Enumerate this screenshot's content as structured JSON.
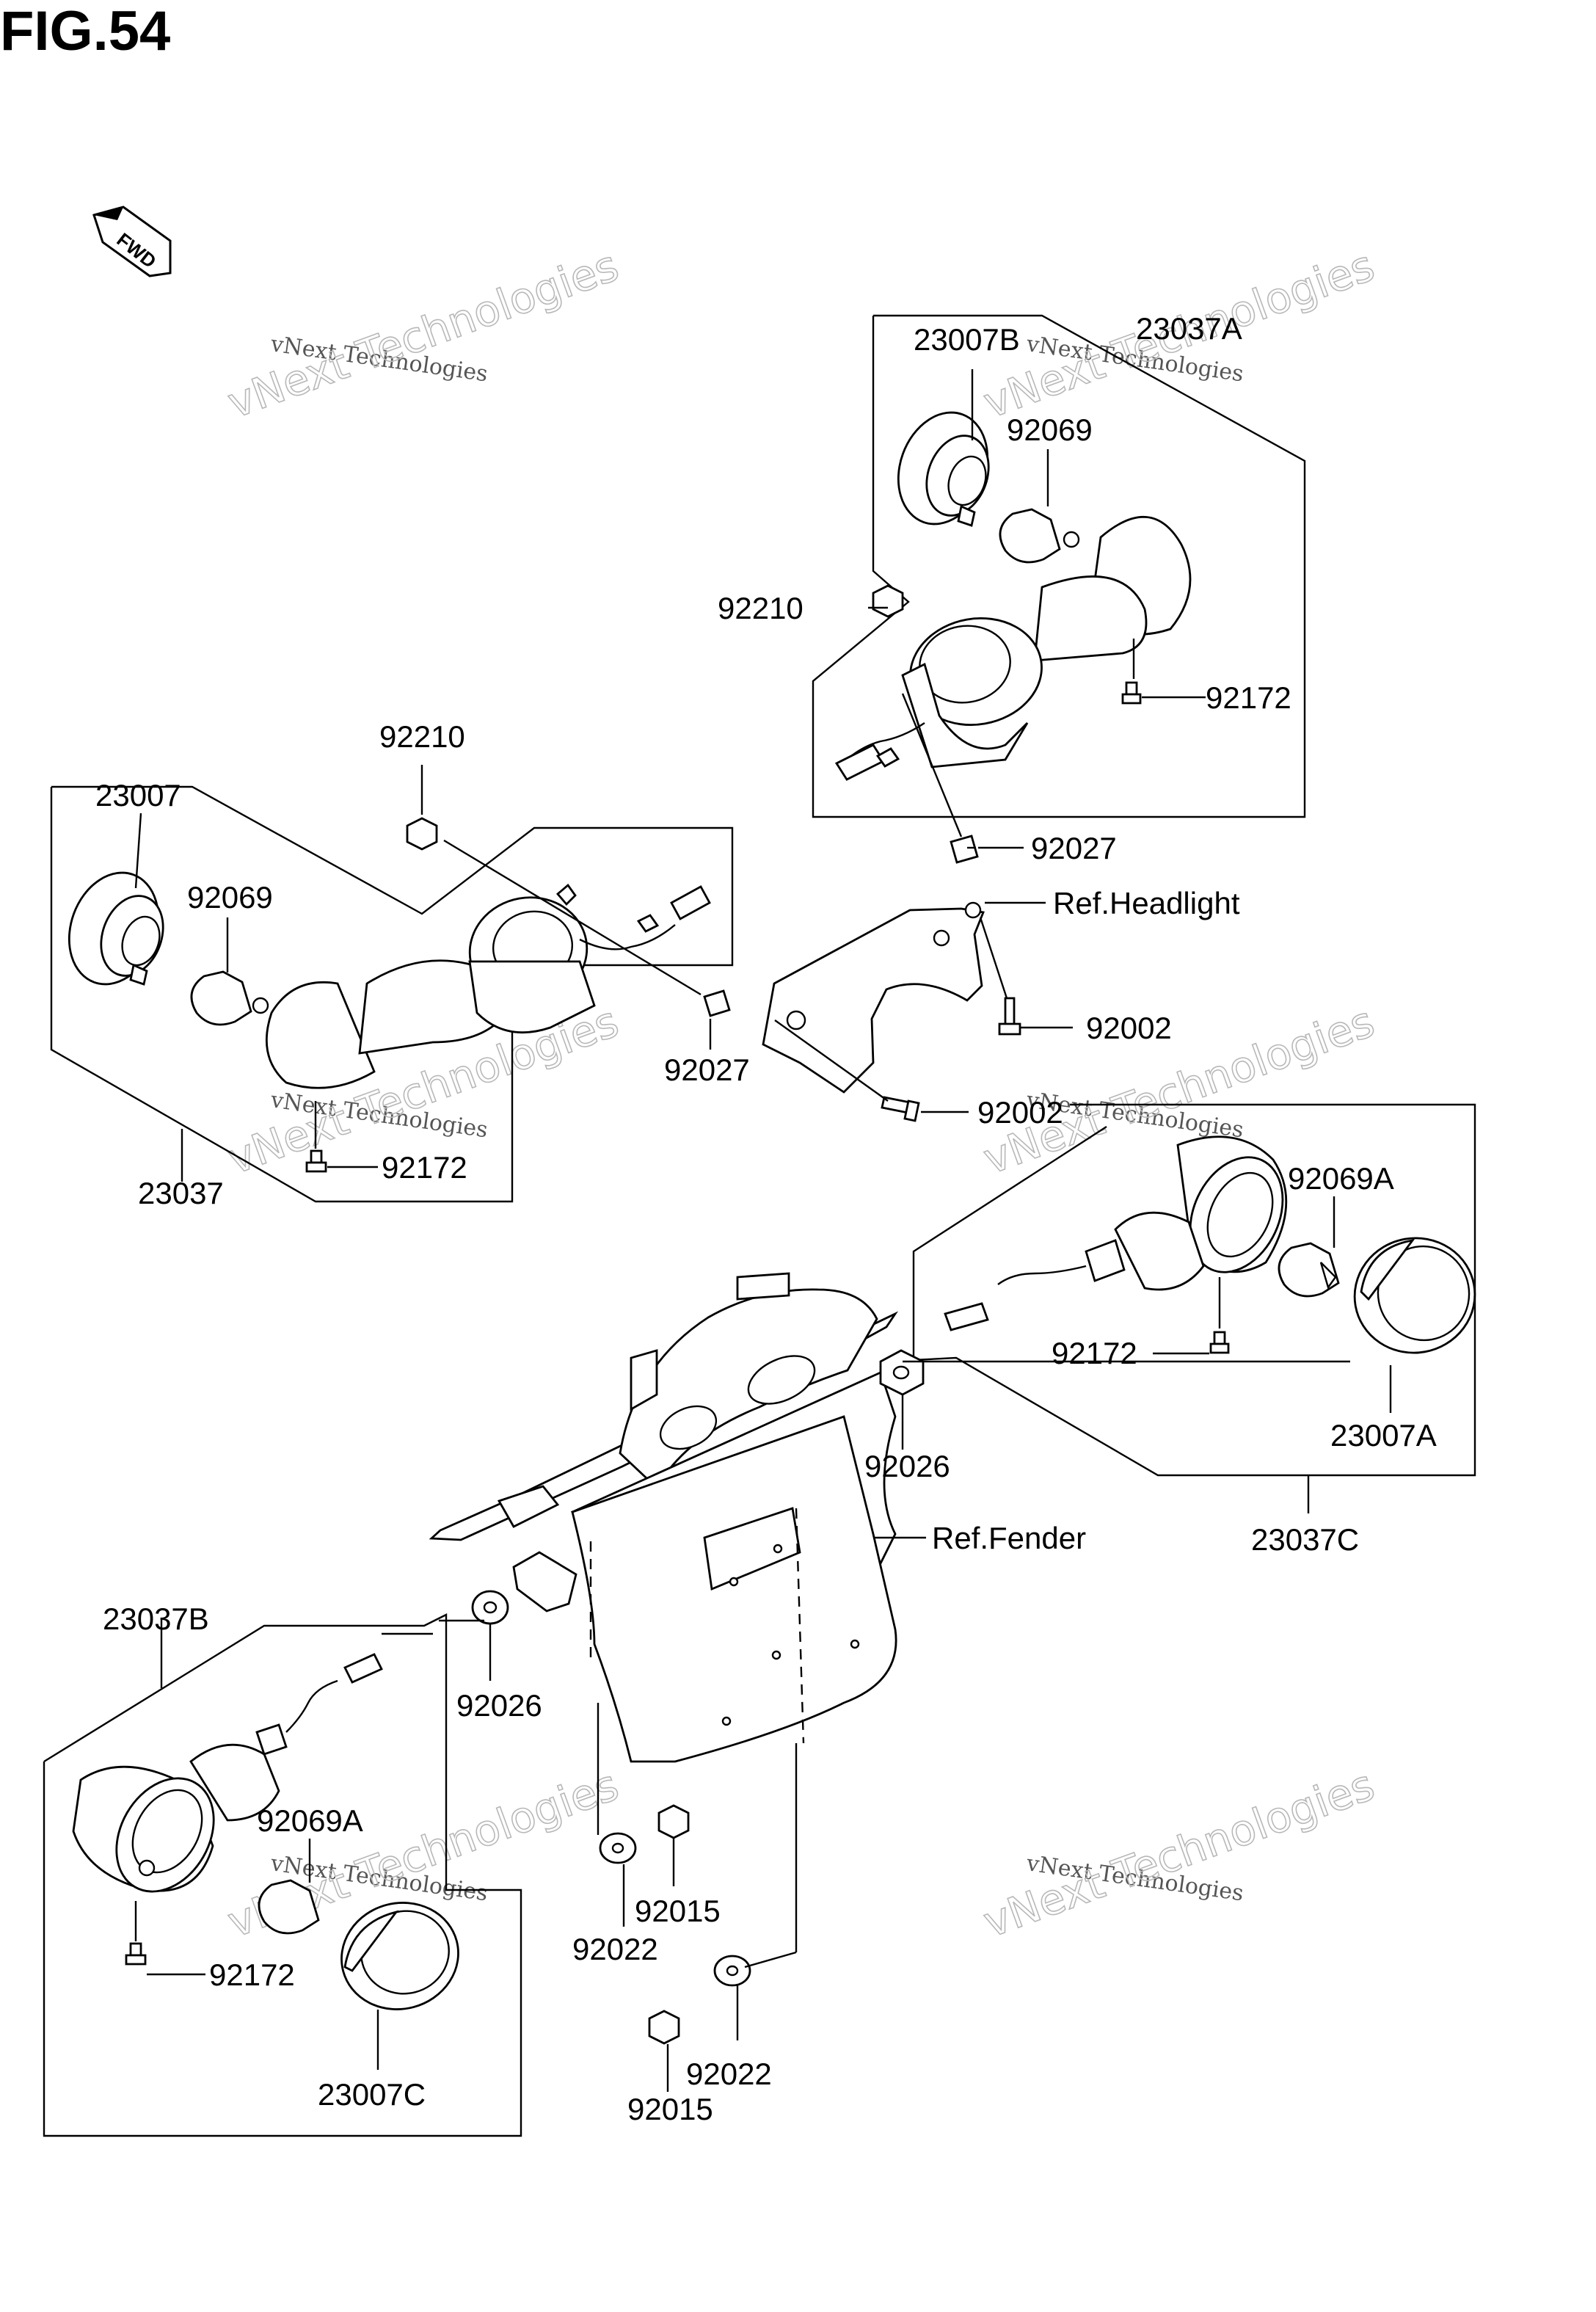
{
  "figure": {
    "title": "FIG.54",
    "fwd_label": "FWD"
  },
  "watermark": {
    "line1": "vNext Technologies",
    "line2": "vNext Technologies"
  },
  "labels": {
    "p23007B": "23007B",
    "p23037A": "23037A",
    "p92069_top": "92069",
    "p92210_top": "92210",
    "p92172_top": "92172",
    "p92027_top": "92027",
    "ref_headlight": "Ref.Headlight",
    "p92002_a": "92002",
    "p92002_b": "92002",
    "p92210_left": "92210",
    "p23007": "23007",
    "p92069_left": "92069",
    "p92027_left": "92027",
    "p92172_left": "92172",
    "p23037": "23037",
    "p92069A_right": "92069A",
    "p92172_right": "92172",
    "p92026_right": "92026",
    "p23007A": "23007A",
    "p23037C": "23037C",
    "ref_fender": "Ref.Fender",
    "p23037B": "23037B",
    "p92026_left": "92026",
    "p92069A_left": "92069A",
    "p92172_bl": "92172",
    "p23007C": "23007C",
    "p92015_a": "92015",
    "p92022_a": "92022",
    "p92022_b": "92022",
    "p92015_b": "92015"
  }
}
